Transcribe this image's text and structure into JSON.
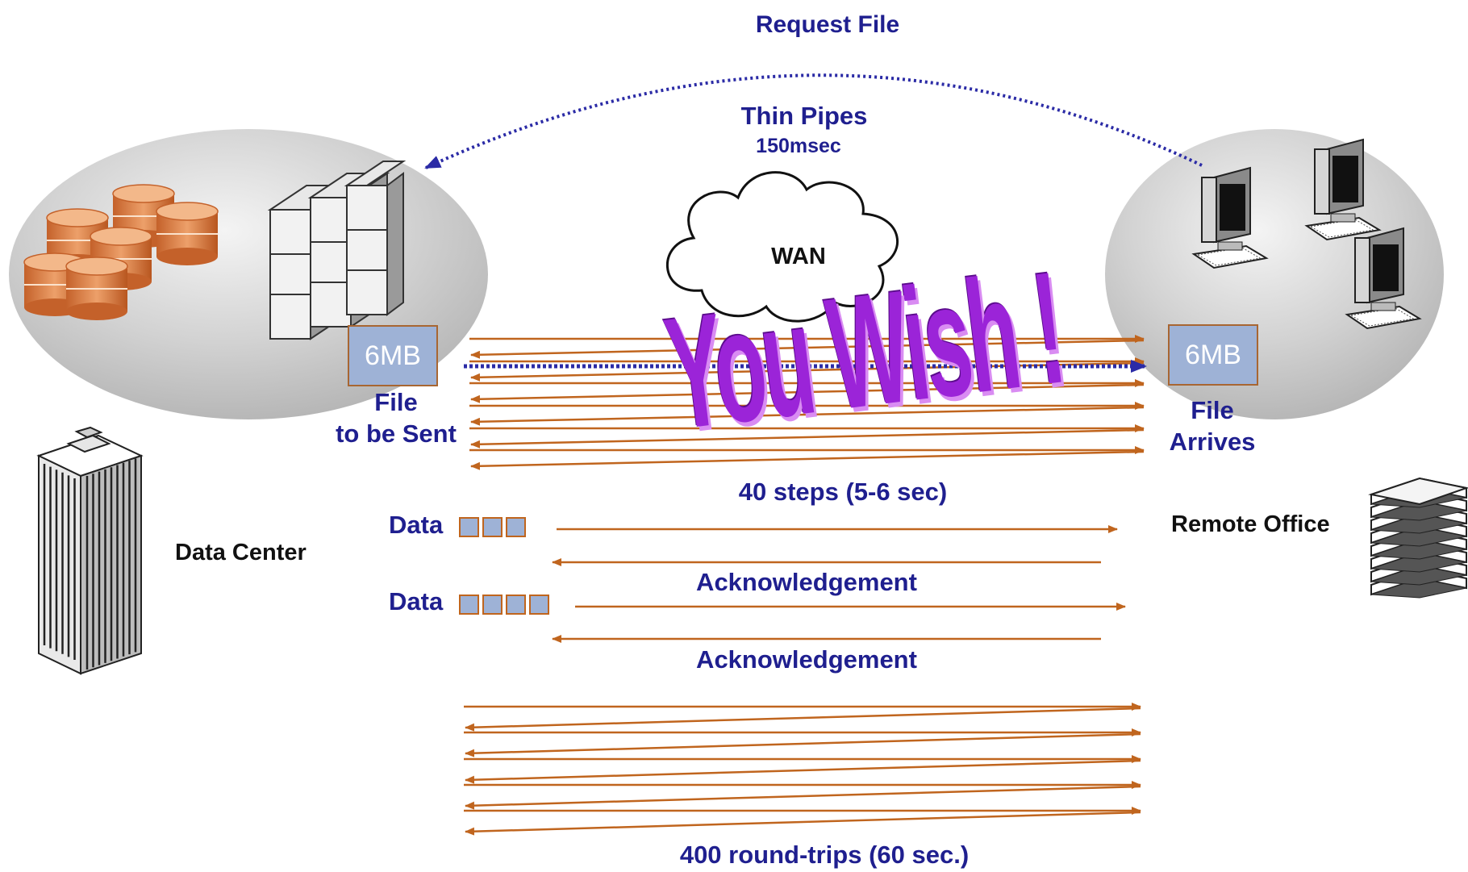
{
  "labels": {
    "request_file": "Request File",
    "thin_pipes": "Thin Pipes",
    "latency": "150msec",
    "wan": "WAN",
    "overlay": "You Wish !",
    "source_size": "6MB",
    "dest_size": "6MB",
    "source_file": [
      "File",
      "to be Sent"
    ],
    "dest_file": [
      "File",
      "Arrives"
    ],
    "steps": "40 steps (5-6 sec)",
    "data_1": "Data",
    "data_2": "Data",
    "ack_1": "Acknowledgement",
    "ack_2": "Acknowledgement",
    "data_center": "Data Center",
    "remote_office": "Remote Office",
    "round_trips": "400 round-trips (60 sec.)"
  },
  "colors": {
    "label_text": "#1f1f8f",
    "arrow_orange": "#c0651e",
    "dotted_arrow": "#2b2ba6",
    "file_box_fill": "#9eb2d6",
    "overlay_purple": "#9b24d8",
    "database_orange": "#d9763a",
    "site_ellipse": "#c8c8c8"
  },
  "data_blocks": {
    "first_burst": 3,
    "second_burst": 4
  },
  "icons": [
    "database-icon",
    "server-rack-icon",
    "wan-cloud-icon",
    "workstation-icon",
    "office-tower-icon",
    "building-stack-icon"
  ]
}
